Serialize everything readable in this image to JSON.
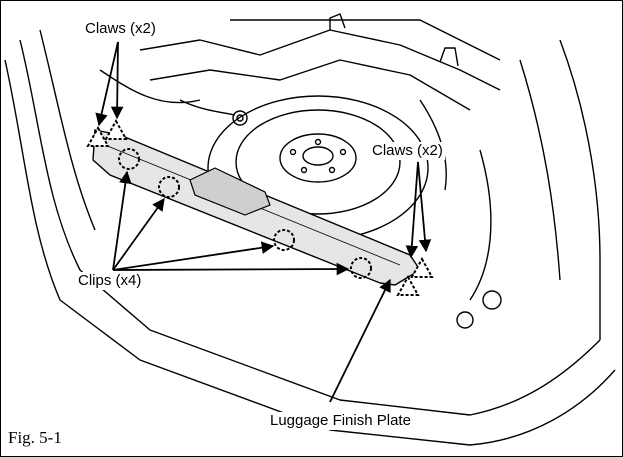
{
  "labels": {
    "claws_left": "Claws (x2)",
    "claws_right": "Claws (x2)",
    "clips": "Clips (x4)",
    "part_name": "Luggage Finish Plate",
    "figure": "Fig. 5-1"
  },
  "colors": {
    "line": "#000000",
    "panel_fill": "#e6e6e6",
    "background": "#ffffff"
  }
}
